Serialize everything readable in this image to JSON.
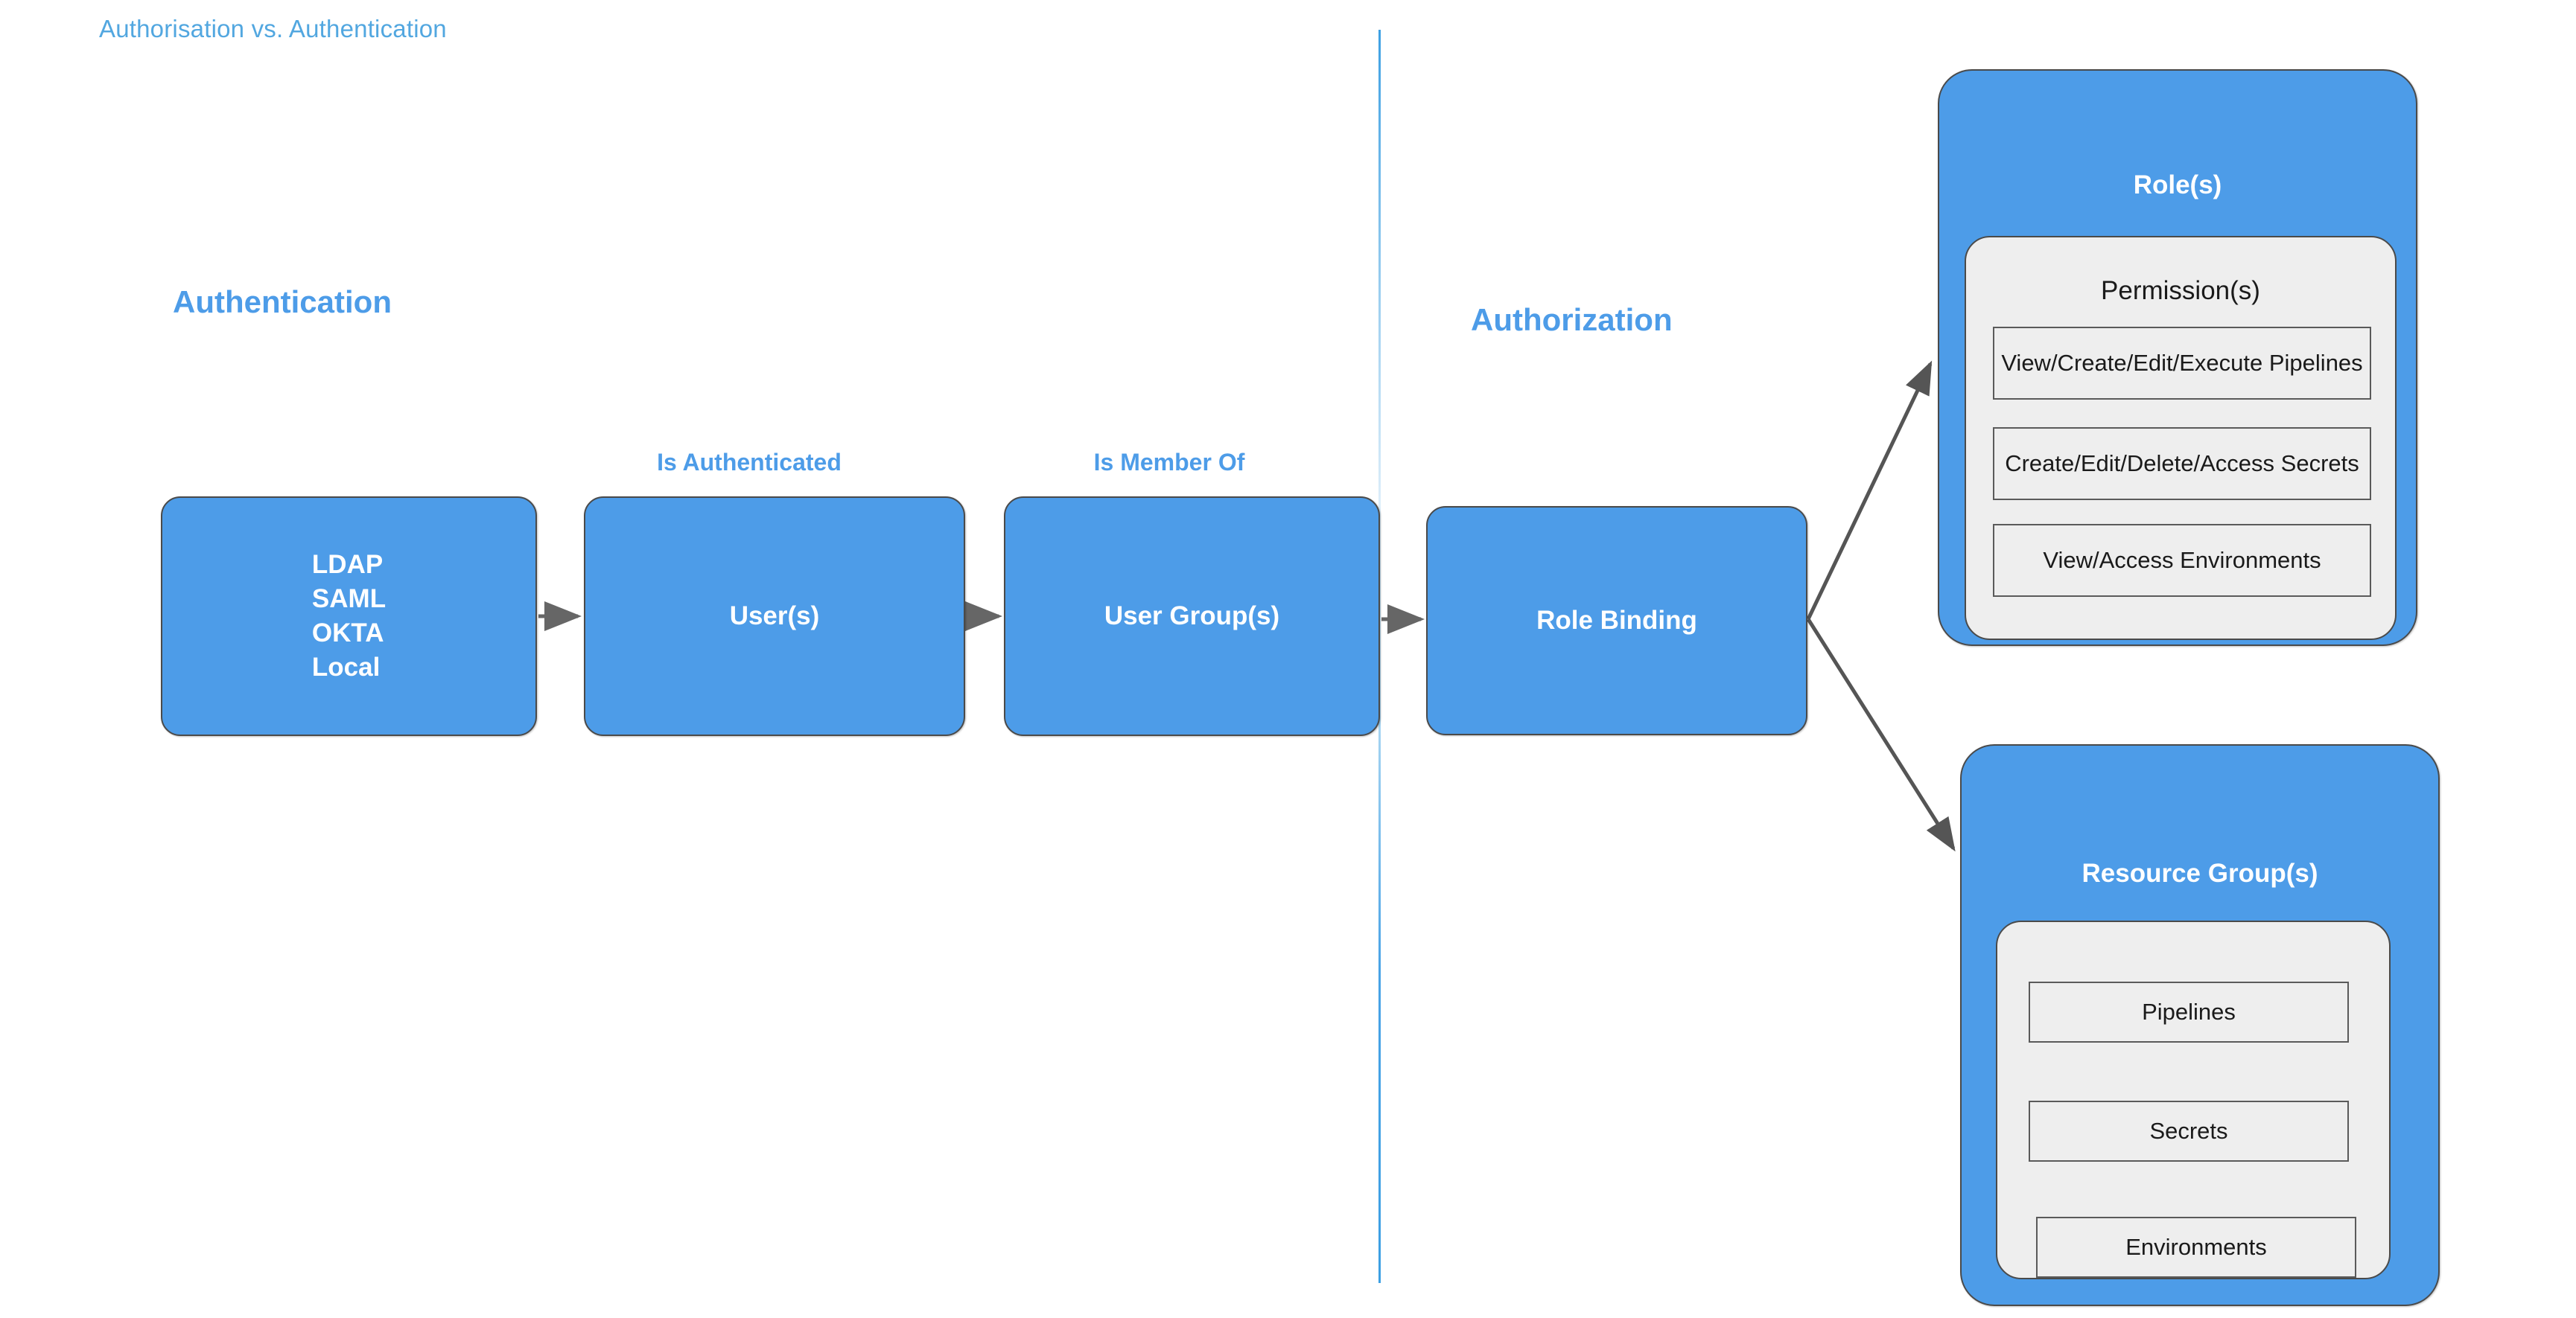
{
  "page": {
    "title": "Authorisation vs. Authentication",
    "background": "#ffffff",
    "accent_blue": "#4d9ce8",
    "title_blue": "#52a7e0",
    "panel_gray": "#eeeeee",
    "stroke_gray": "#4a4a4a",
    "arrow_gray": "#666666"
  },
  "sections": {
    "authentication_header": "Authentication",
    "authorization_header": "Authorization",
    "divider": "vertical-divider"
  },
  "edge_labels": {
    "is_authenticated": "Is Authenticated",
    "is_member_of": "Is Member Of"
  },
  "flow": {
    "identity_providers": {
      "name": "identity-providers",
      "lines": [
        "LDAP",
        "SAML",
        "OKTA",
        "Local"
      ]
    },
    "users": {
      "label": "User(s)"
    },
    "user_groups": {
      "label": "User Group(s)"
    },
    "role_binding": {
      "label": "Role Binding"
    }
  },
  "roles_group": {
    "title": "Role(s)",
    "inner_title": "Permission(s)",
    "permissions": [
      "View/Create/Edit/Execute Pipelines",
      "Create/Edit/Delete/Access Secrets",
      "View/Access Environments"
    ]
  },
  "resource_group": {
    "title": "Resource Group(s)",
    "resources": [
      "Pipelines",
      "Secrets",
      "Environments"
    ]
  },
  "connectors": [
    {
      "name": "idp-to-users",
      "from": "identity-providers",
      "to": "users",
      "style": "arrow"
    },
    {
      "name": "users-to-user-groups",
      "from": "users",
      "to": "user-groups",
      "style": "arrow"
    },
    {
      "name": "user-groups-to-role-binding",
      "from": "user-groups",
      "to": "role-binding",
      "style": "arrow"
    },
    {
      "name": "role-binding-to-roles",
      "from": "role-binding",
      "to": "roles",
      "style": "arrow"
    },
    {
      "name": "role-binding-to-resource-groups",
      "from": "role-binding",
      "to": "resource-groups",
      "style": "arrow"
    }
  ]
}
